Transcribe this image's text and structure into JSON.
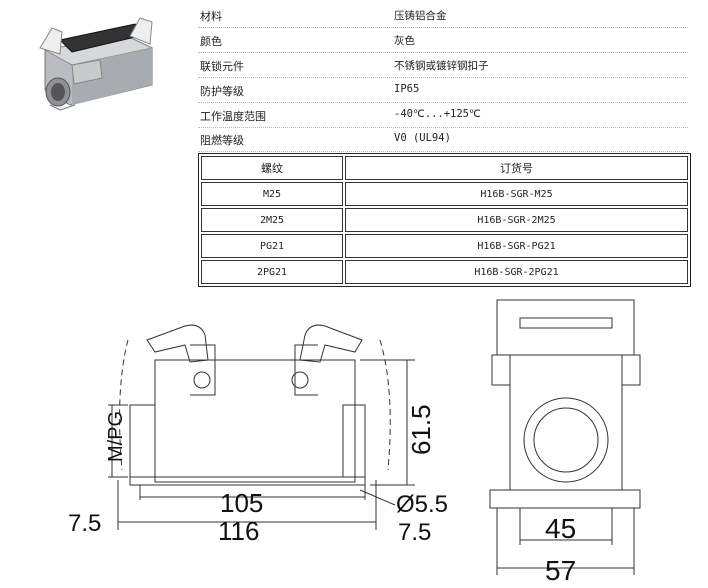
{
  "specs": [
    {
      "label": "材料",
      "value": "压铸铝合金"
    },
    {
      "label": "颜色",
      "value": "灰色"
    },
    {
      "label": "联锁元件",
      "value": "不锈钢或镀锌钢扣子"
    },
    {
      "label": "防护等级",
      "value": "IP65"
    },
    {
      "label": "工作温度范围",
      "value": "-40℃...+125℃"
    },
    {
      "label": "阻燃等级",
      "value": "V0 (UL94)"
    }
  ],
  "order_table": {
    "headers": [
      "螺纹",
      "订货号"
    ],
    "rows": [
      [
        "M25",
        "H16B-SGR-M25"
      ],
      [
        "2M25",
        "H16B-SGR-2M25"
      ],
      [
        "PG21",
        "H16B-SGR-PG21"
      ],
      [
        "2PG21",
        "H16B-SGR-2PG21"
      ]
    ]
  },
  "dimensions": {
    "d105": "105",
    "d116": "116",
    "d7_5_left": "7.5",
    "d7_5_right": "7.5",
    "d61_5": "61.5",
    "hole": "Ø5.5",
    "mpg": "M/PG",
    "d45": "45",
    "d57": "57"
  }
}
